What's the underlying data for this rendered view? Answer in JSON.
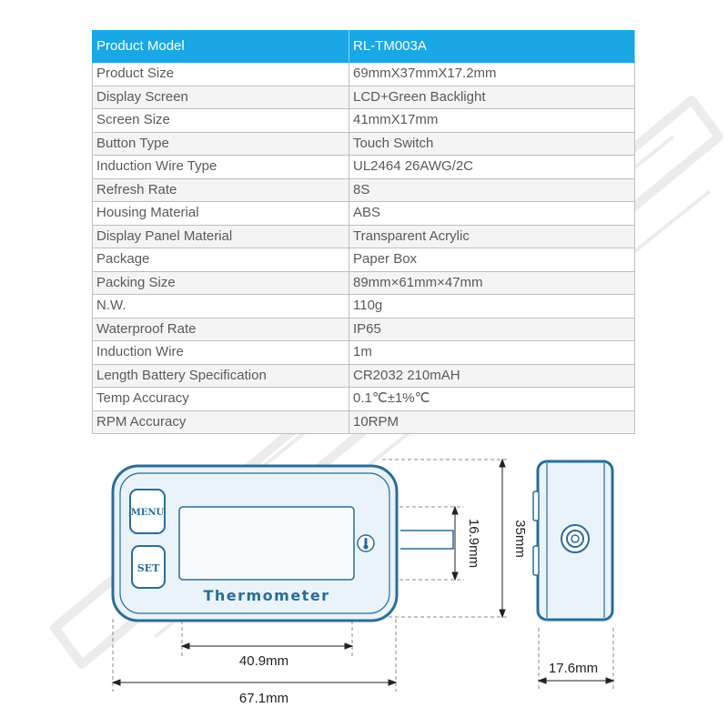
{
  "spec_table": {
    "header": {
      "label": "Product Model",
      "value": "RL-TM003A"
    },
    "rows": [
      {
        "label": "Product Size",
        "value": "69mmX37mmX17.2mm"
      },
      {
        "label": "Display Screen",
        "value": "LCD+Green Backlight"
      },
      {
        "label": "Screen Size",
        "value": "41mmX17mm"
      },
      {
        "label": "Button Type",
        "value": "Touch Switch"
      },
      {
        "label": "Induction Wire Type",
        "value": "UL2464 26AWG/2C"
      },
      {
        "label": "Refresh Rate",
        "value": "8S"
      },
      {
        "label": "Housing Material",
        "value": "ABS"
      },
      {
        "label": "Display Panel Material",
        "value": "Transparent Acrylic"
      },
      {
        "label": "Package",
        "value": "Paper Box"
      },
      {
        "label": "Packing Size",
        "value": "89mm×61mm×47mm"
      },
      {
        "label": "N.W.",
        "value": "110g"
      },
      {
        "label": "Waterproof Rate",
        "value": "IP65"
      },
      {
        "label": "Induction Wire",
        "value": "1m"
      },
      {
        "label": "Length Battery Specification",
        "value": "CR2032 210mAH"
      },
      {
        "label": "Temp Accuracy",
        "value": "0.1℃±1%℃"
      },
      {
        "label": "RPM Accuracy",
        "value": "10RPM"
      }
    ]
  },
  "diagram": {
    "device_label": "Thermometer",
    "menu_button": "MENU",
    "set_button": "SET",
    "dim_screen_width": "40.9mm",
    "dim_total_width": "67.1mm",
    "dim_screen_height": "16.9mm",
    "dim_total_height": "35mm",
    "dim_depth": "17.6mm"
  },
  "colors": {
    "header_blue": "#1aa7e6",
    "device_outline": "#2a6d98",
    "device_fill": "#eaf3f9"
  }
}
